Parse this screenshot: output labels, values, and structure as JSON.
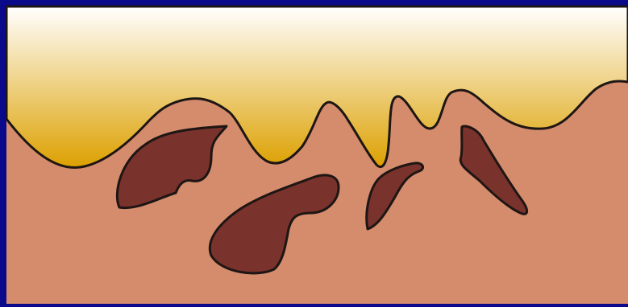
{
  "diagram": {
    "colors": {
      "frame_border": "#0a0a8a",
      "tissue": "#d48c6c",
      "fluid_top": "#ffffff",
      "fluid_bottom": "#dca000",
      "deposits": "#7a322c",
      "outline": "#1e1614"
    },
    "shapes": [
      "tissue-base",
      "fluid-layer",
      "deposit-1",
      "deposit-2",
      "deposit-3",
      "deposit-4"
    ]
  }
}
